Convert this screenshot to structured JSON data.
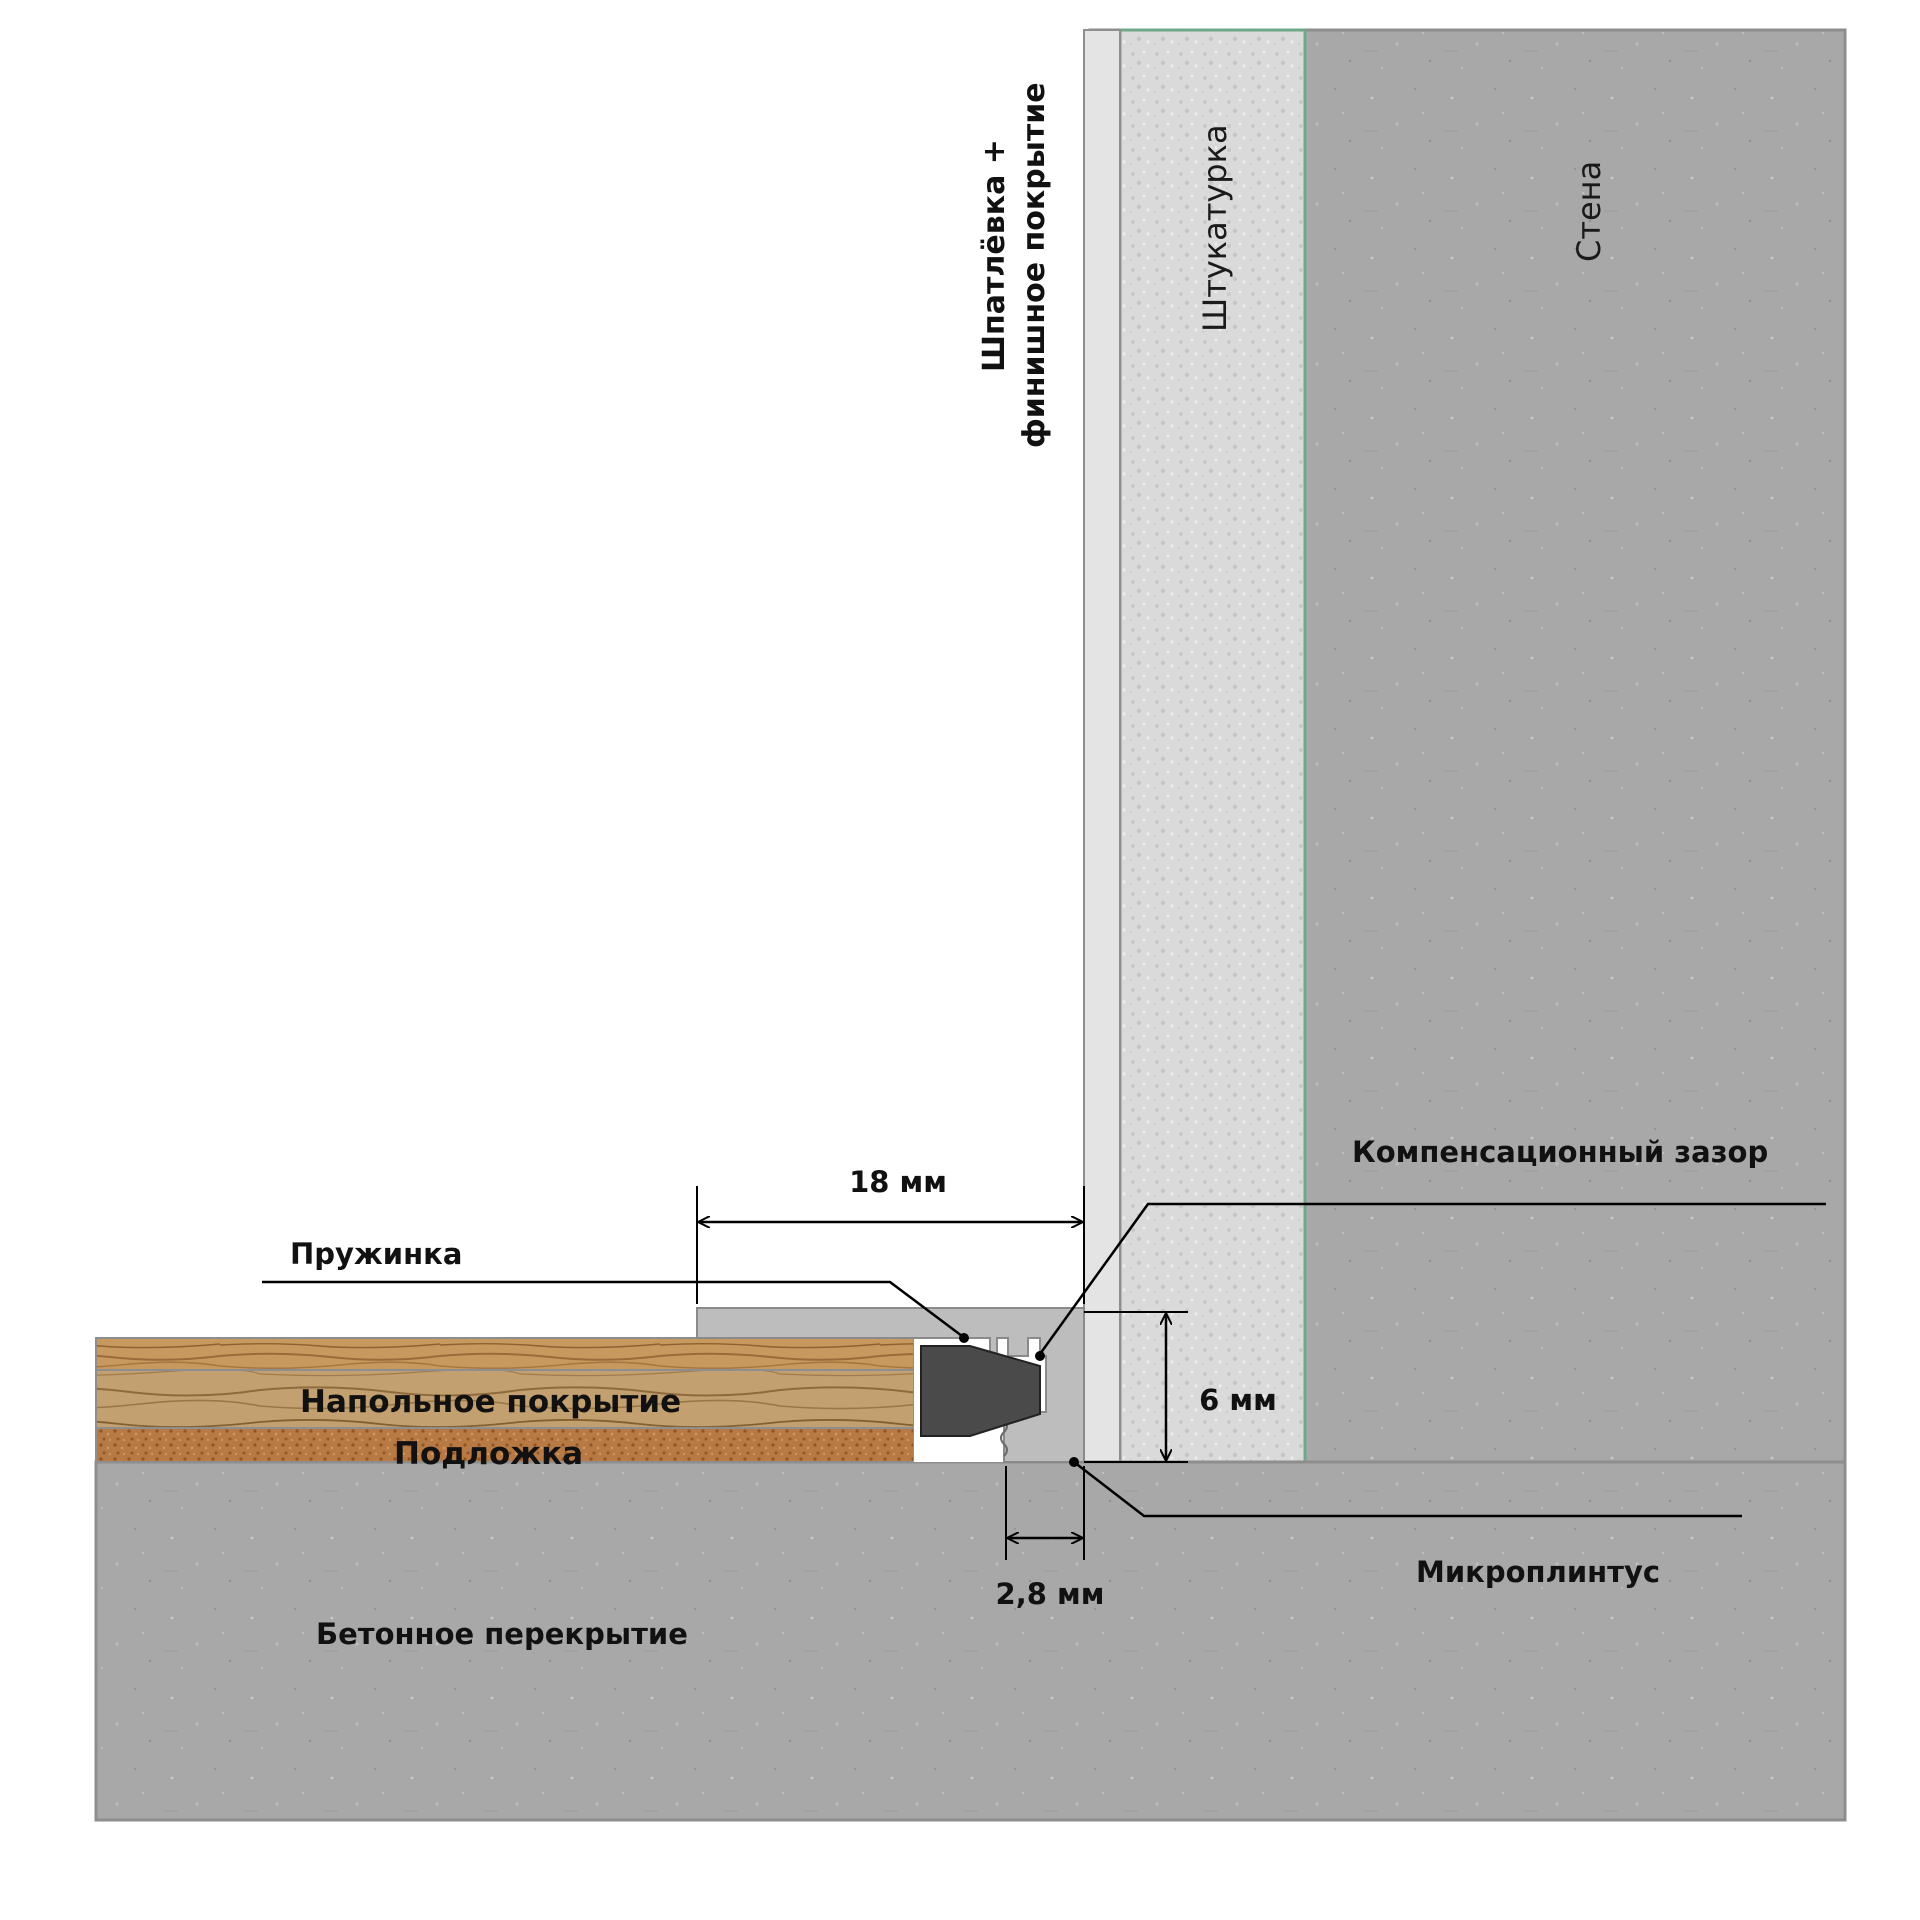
{
  "colors": {
    "concrete": "#a9a9a9",
    "plaster": "#dcdcdc",
    "putty": "#e6e6e6",
    "green_line": "#6fa889",
    "wood": "#c4955f",
    "cork": "#b9773f",
    "profile": "#bdbdbd",
    "spring": "#4a4a4a",
    "frame": "#8e8e8e"
  },
  "labels": {
    "putty_line1": "Шпатлёвка +",
    "putty_line2": "финишное покрытие",
    "plaster": "Штукатурка",
    "wall": "Стена",
    "gap": "Компенсационный зазор",
    "spring": "Пружинка",
    "floor_covering": "Напольное покрытие",
    "underlay": "Подложка",
    "slab": "Бетонное перекрытие",
    "microplinth": "Микроплинтус"
  },
  "dimensions": {
    "width_18": "18 мм",
    "height_6": "6 мм",
    "width_2_8": "2,8 мм"
  }
}
